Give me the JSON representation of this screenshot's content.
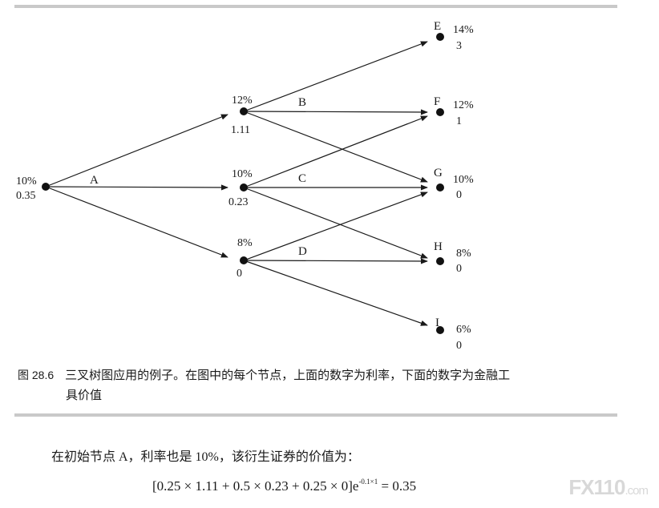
{
  "nodes": [
    {
      "id": "root",
      "top": "10%",
      "bottom": "0.35"
    },
    {
      "id": "u",
      "top": "12%",
      "bottom": "1.11",
      "name": "B"
    },
    {
      "id": "m",
      "top": "10%",
      "bottom": "0.23",
      "name": "C"
    },
    {
      "id": "d",
      "top": "8%",
      "bottom": "0",
      "name": "D"
    },
    {
      "id": "E",
      "name": "E",
      "top": "14%",
      "bottom": "3"
    },
    {
      "id": "F",
      "name": "F",
      "top": "12%",
      "bottom": "1"
    },
    {
      "id": "G",
      "name": "G",
      "top": "10%",
      "bottom": "0"
    },
    {
      "id": "H",
      "name": "H",
      "top": "8%",
      "bottom": "0"
    },
    {
      "id": "I",
      "name": "I",
      "top": "6%",
      "bottom": "0"
    }
  ],
  "root_branch_label": "A",
  "caption": {
    "number": "图 28.6",
    "line1": "三叉树图应用的例子。在图中的每个节点，上面的数字为利率，下面的数字为金融工",
    "line2": "具价值"
  },
  "body_text": "在初始节点 A，利率也是 10%，该衍生证券的价值为：",
  "formula": {
    "main": "[0.25 × 1.11 + 0.5 × 0.23 + 0.25 × 0]e",
    "exponent": "-0.1×1",
    "result": "= 0.35"
  },
  "watermark": {
    "main": "FX110",
    "suffix": ".com"
  }
}
